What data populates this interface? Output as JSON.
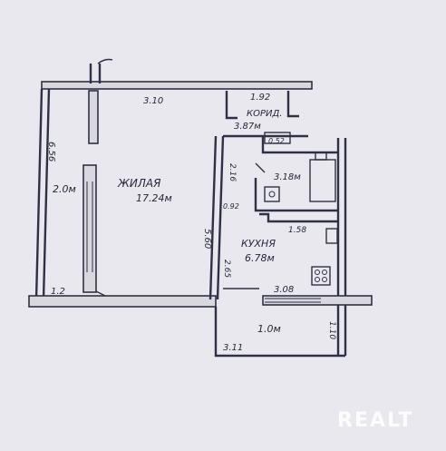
{
  "rooms": {
    "living": {
      "name": "ЖИЛАЯ",
      "area": "17.24м"
    },
    "corridor": {
      "name": "КОРИД.",
      "area": "3.87м"
    },
    "bath": {
      "area": "3.18м"
    },
    "kitchen": {
      "name": "КУХНЯ",
      "area": "6.78м"
    },
    "balcony_left": {
      "area": "2.0м"
    },
    "balcony_bottom": {
      "area": "1.0м"
    }
  },
  "dimensions": {
    "top_left": "3.10",
    "top_right": "1.92",
    "left_side": "6.56",
    "bottom_left": "1.2",
    "corridor_small": "0.52",
    "bath_height": "2.16",
    "corridor_gap": "0.92",
    "inner_wall": "5.60",
    "kitchen_top": "1.58",
    "kitchen_left": "2.65",
    "kitchen_bottom": "3.08",
    "balcony_right": "1.10",
    "balcony_bottom": "3.11"
  },
  "watermark": "REALT"
}
